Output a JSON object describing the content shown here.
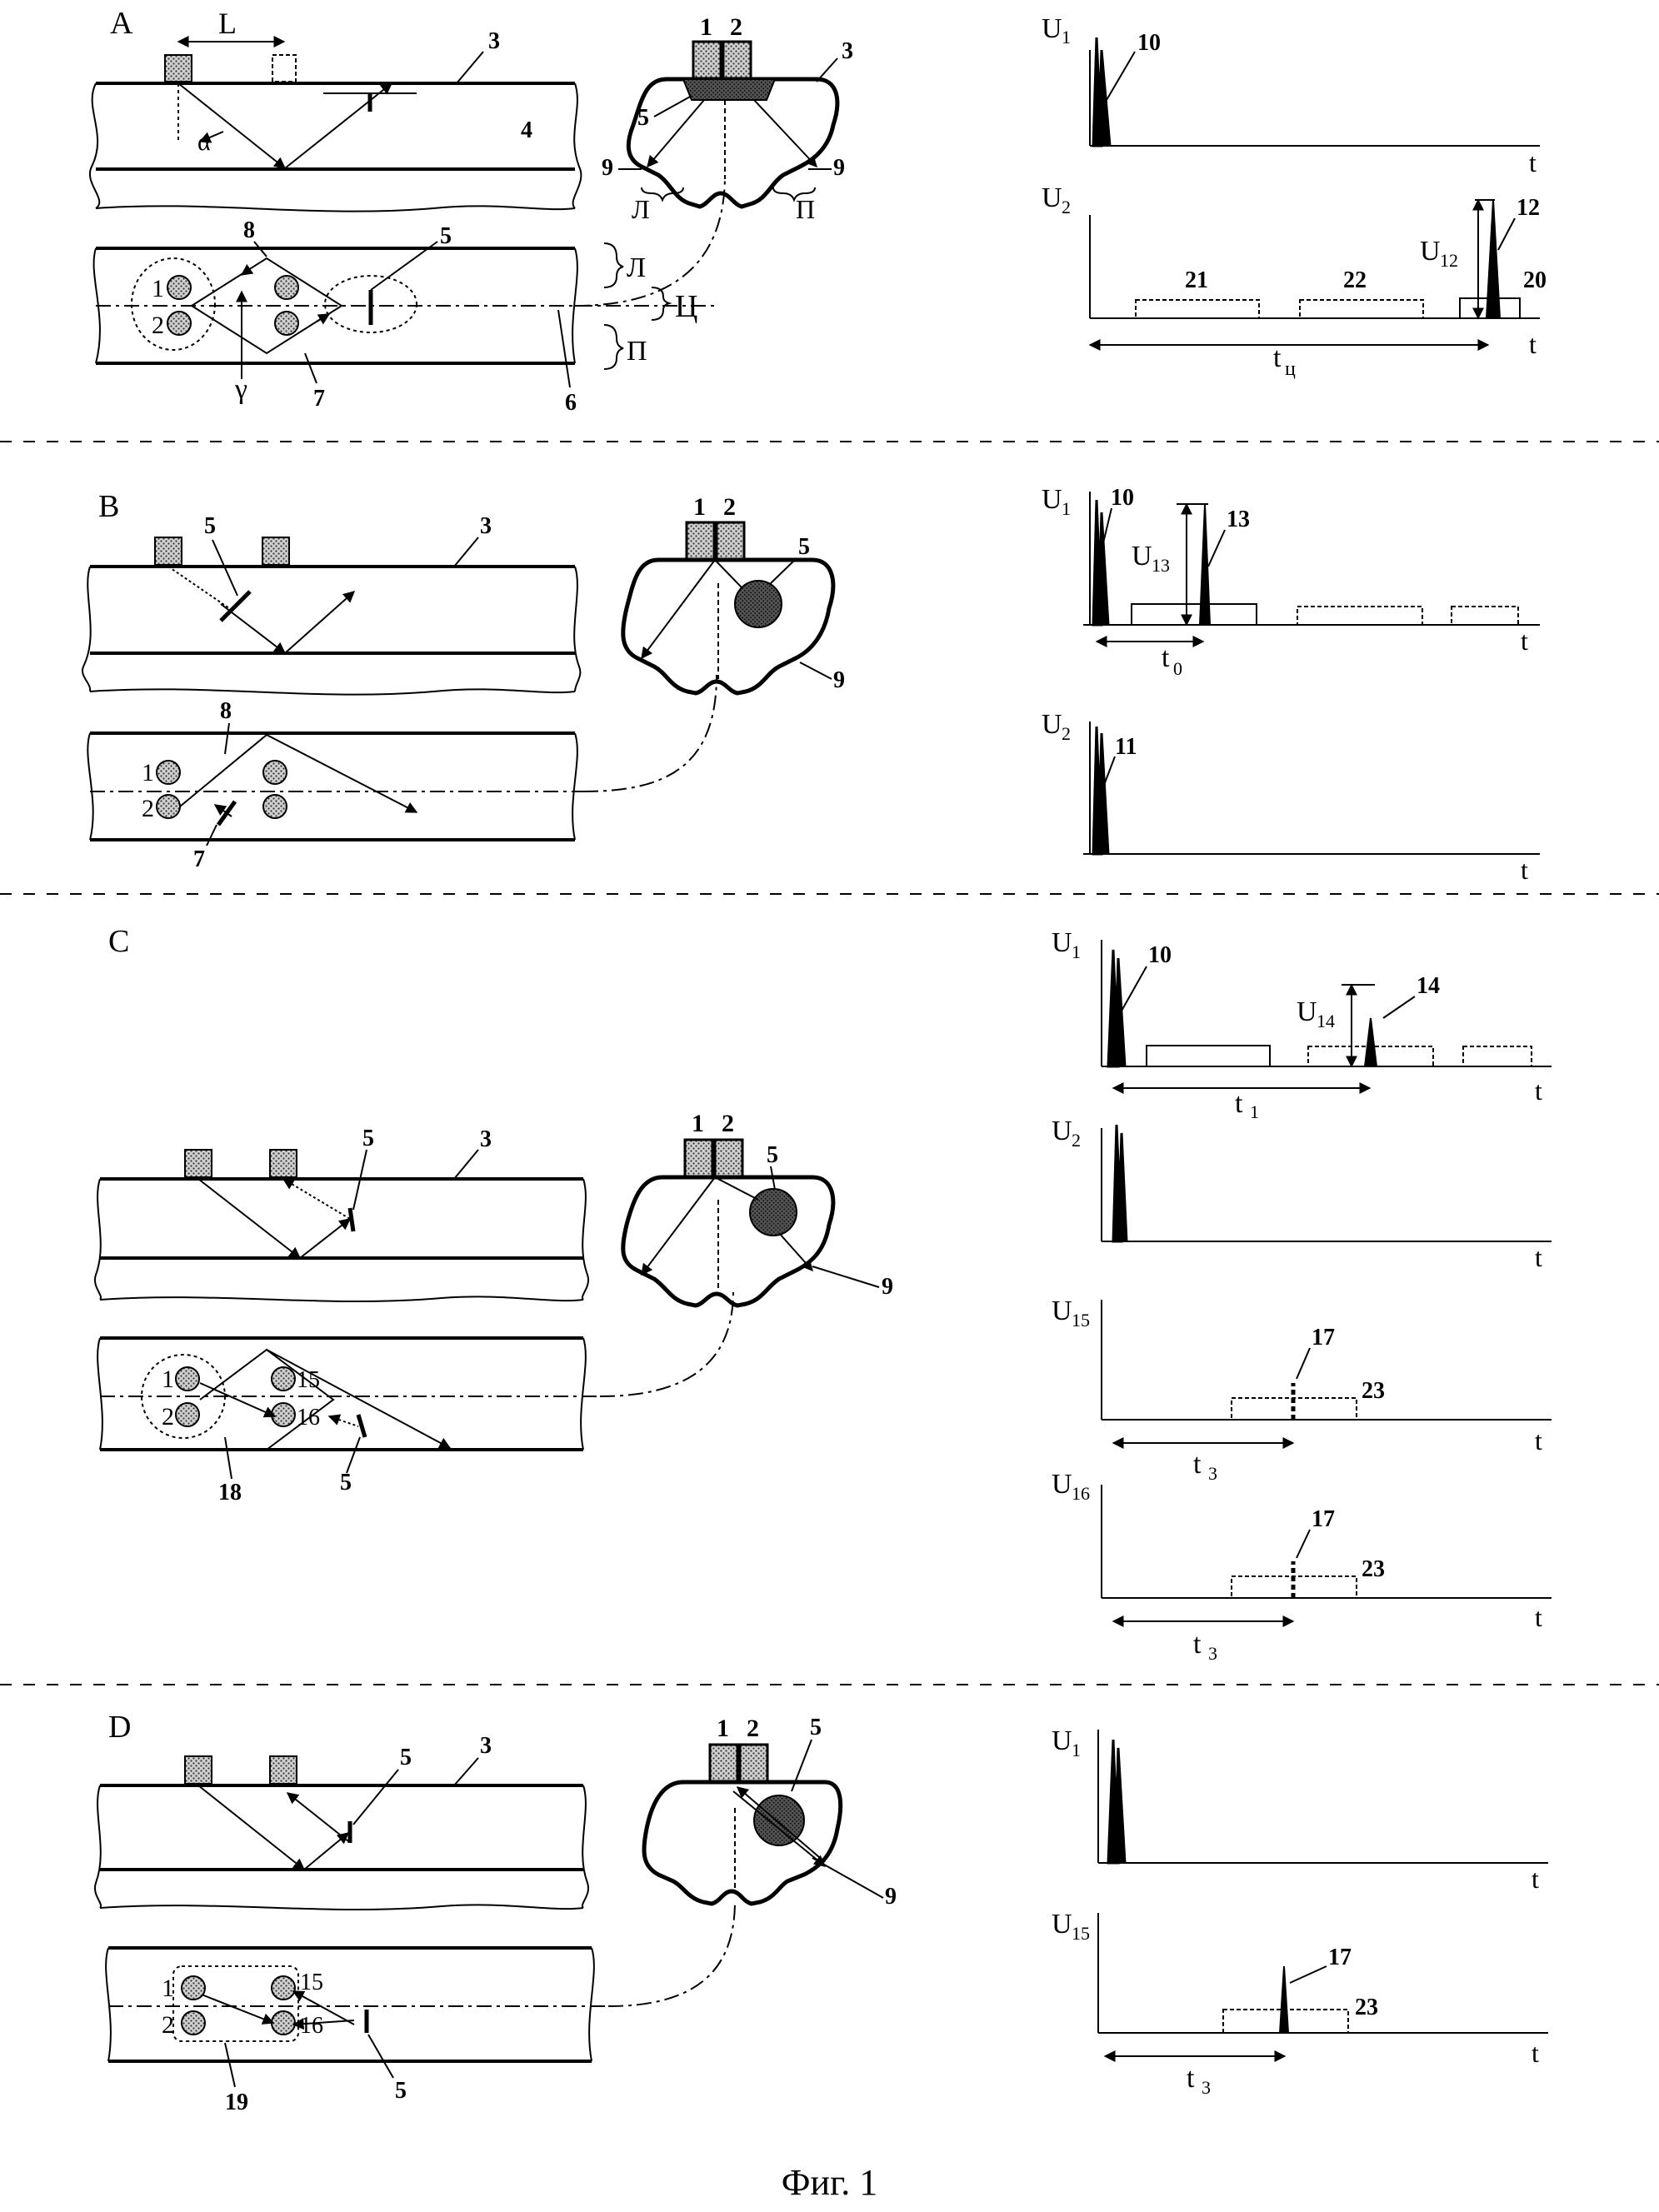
{
  "figure": {
    "caption": "Фиг. 1"
  },
  "panels": {
    "A": {
      "label": "A",
      "dimension": "L",
      "angle_alpha": "α",
      "angle_gamma": "γ",
      "numbers": {
        "n1": "1",
        "n2": "2",
        "n3": "3",
        "n4": "4",
        "n5": "5",
        "n6": "6",
        "n7": "7",
        "n8": "8",
        "n9": "9",
        "n10": "10",
        "n12": "12",
        "n20": "20",
        "n21": "21",
        "n22": "22"
      },
      "zones": {
        "left": "Л",
        "center": "Ц",
        "right": "П"
      },
      "chart": {
        "u1": "U",
        "u1_sub": "1",
        "u2": "U",
        "u2_sub": "2",
        "u12": "U",
        "u12_sub": "12",
        "t_axis": "t",
        "t_period": "t",
        "t_period_sub": "ц"
      }
    },
    "B": {
      "label": "B",
      "numbers": {
        "n1": "1",
        "n2": "2",
        "n3": "3",
        "n5": "5",
        "n7": "7",
        "n8": "8",
        "n9": "9",
        "n10": "10",
        "n11": "11",
        "n13": "13"
      },
      "chart": {
        "u1": "U",
        "u1_sub": "1",
        "u13": "U",
        "u13_sub": "13",
        "u2": "U",
        "u2_sub": "2",
        "t_axis": "t",
        "t0": "t",
        "t0_sub": "0"
      }
    },
    "C": {
      "label": "C",
      "numbers": {
        "n1": "1",
        "n2": "2",
        "n3": "3",
        "n5": "5",
        "n9": "9",
        "n10": "10",
        "n14": "14",
        "n15": "15",
        "n16": "16",
        "n17": "17",
        "n18": "18",
        "n23": "23"
      },
      "chart": {
        "u1": "U",
        "u1_sub": "1",
        "u14": "U",
        "u14_sub": "14",
        "u2": "U",
        "u2_sub": "2",
        "u15": "U",
        "u15_sub": "15",
        "u16": "U",
        "u16_sub": "16",
        "t_axis": "t",
        "t1": "t",
        "t1_sub": "1",
        "t3": "t",
        "t3_sub": "3"
      }
    },
    "D": {
      "label": "D",
      "numbers": {
        "n1": "1",
        "n2": "2",
        "n3": "3",
        "n5": "5",
        "n9": "9",
        "n15": "15",
        "n16": "16",
        "n17": "17",
        "n19": "19",
        "n23": "23"
      },
      "chart": {
        "u1": "U",
        "u1_sub": "1",
        "u15": "U",
        "u15_sub": "15",
        "t_axis": "t",
        "t3": "t",
        "t3_sub": "3"
      }
    }
  }
}
